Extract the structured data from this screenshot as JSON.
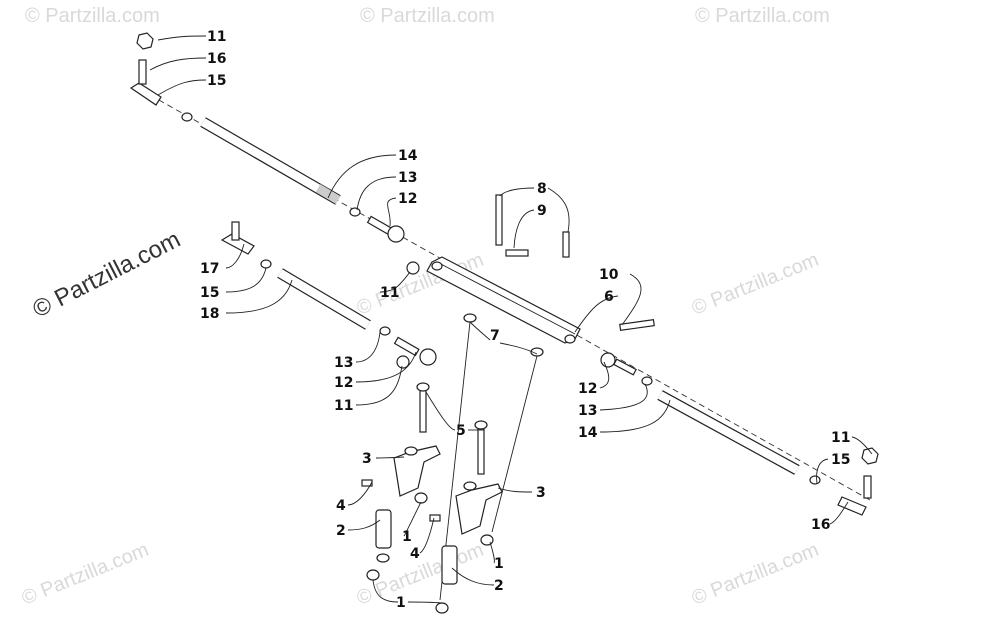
{
  "watermark": {
    "main": "© Partzilla.com",
    "faint": "© Partzilla.com"
  },
  "callouts": {
    "c11a": "11",
    "c16a": "16",
    "c15a": "15",
    "c14a": "14",
    "c13a": "13",
    "c12a": "12",
    "c8": "8",
    "c9": "9",
    "c17": "17",
    "c15b": "15",
    "c18": "18",
    "c11b": "11",
    "c10": "10",
    "c6": "6",
    "c7": "7",
    "c13b": "13",
    "c12b": "12",
    "c11c": "11",
    "c12c": "12",
    "c13c": "13",
    "c14c": "14",
    "c5": "5",
    "c3a": "3",
    "c3b": "3",
    "c4a": "4",
    "c2a": "2",
    "c1a": "1",
    "c4b": "4",
    "c1b": "1",
    "c2b": "2",
    "c1c": "1",
    "c11d": "11",
    "c15d": "15",
    "c16d": "16"
  },
  "colors": {
    "line": "#222222",
    "watermark": "#d9d9d9"
  }
}
